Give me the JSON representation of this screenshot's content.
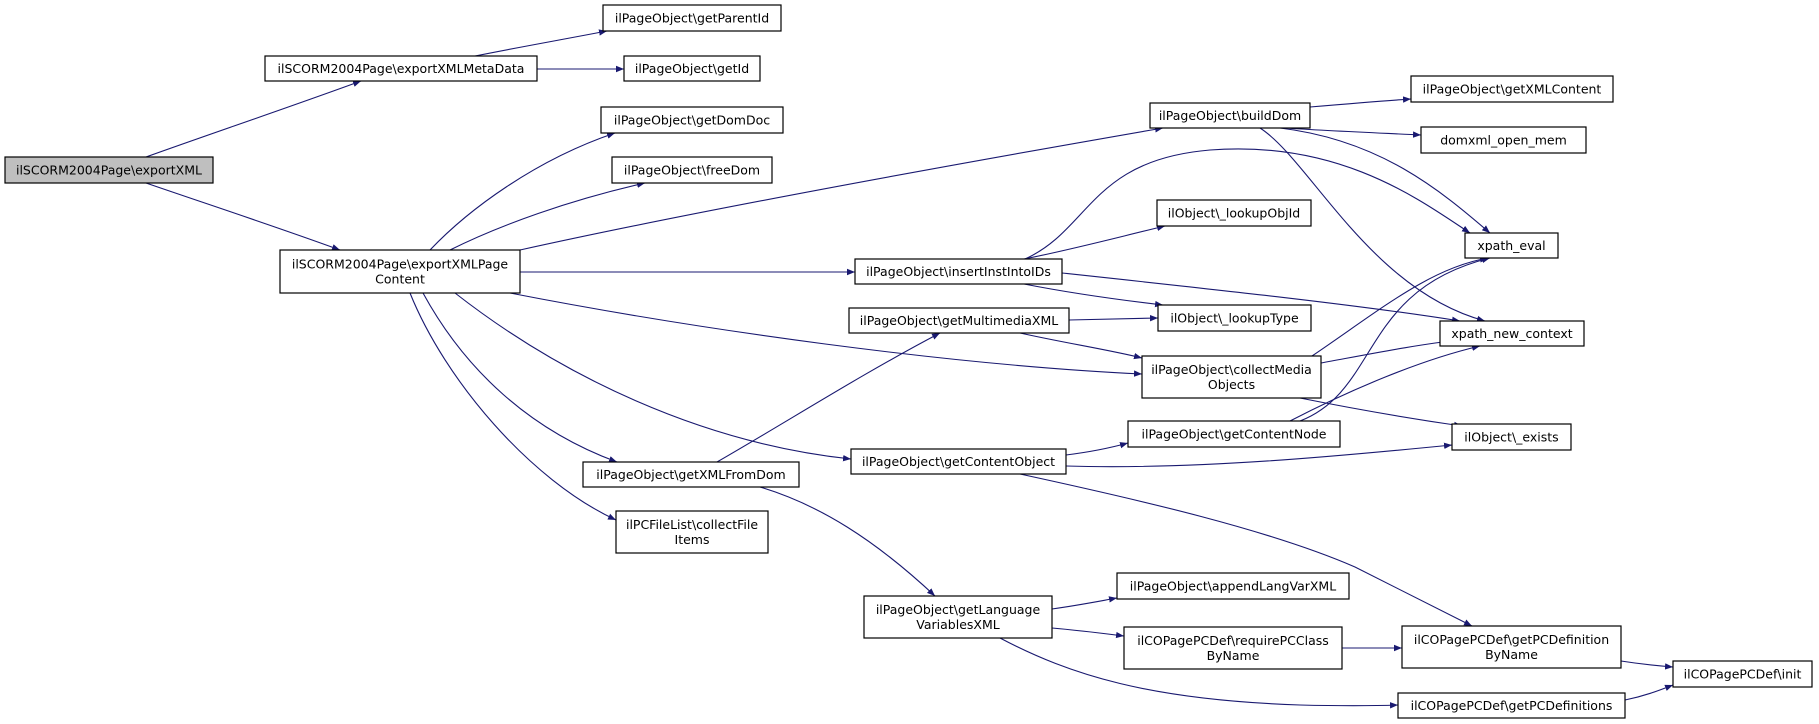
{
  "colors": {
    "edge": "#191970",
    "root_fill": "#bfbfbf",
    "node_fill": "#ffffff",
    "node_stroke": "#000000"
  },
  "nodes": [
    {
      "id": "root",
      "lines": [
        "ilSCORM2004Page\\exportXML"
      ],
      "root": true
    },
    {
      "id": "metadata",
      "lines": [
        "ilSCORM2004Page\\exportXMLMetaData"
      ]
    },
    {
      "id": "pagecontent",
      "lines": [
        "ilSCORM2004Page\\exportXMLPage",
        "Content"
      ]
    },
    {
      "id": "getParentId",
      "lines": [
        "ilPageObject\\getParentId"
      ]
    },
    {
      "id": "getId",
      "lines": [
        "ilPageObject\\getId"
      ]
    },
    {
      "id": "getDomDoc",
      "lines": [
        "ilPageObject\\getDomDoc"
      ]
    },
    {
      "id": "freeDom",
      "lines": [
        "ilPageObject\\freeDom"
      ]
    },
    {
      "id": "buildDom",
      "lines": [
        "ilPageObject\\buildDom"
      ]
    },
    {
      "id": "getXMLContent",
      "lines": [
        "ilPageObject\\getXMLContent"
      ]
    },
    {
      "id": "domxml",
      "lines": [
        "domxml_open_mem"
      ]
    },
    {
      "id": "xpath_eval",
      "lines": [
        "xpath_eval"
      ]
    },
    {
      "id": "xpath_ctx",
      "lines": [
        "xpath_new_context"
      ]
    },
    {
      "id": "lookupObjId",
      "lines": [
        "ilObject\\_lookupObjId"
      ]
    },
    {
      "id": "insertInst",
      "lines": [
        "ilPageObject\\insertInstIntoIDs"
      ]
    },
    {
      "id": "lookupType",
      "lines": [
        "ilObject\\_lookupType"
      ]
    },
    {
      "id": "getMultimedia",
      "lines": [
        "ilPageObject\\getMultimediaXML"
      ]
    },
    {
      "id": "collectMedia",
      "lines": [
        "ilPageObject\\collectMedia",
        "Objects"
      ]
    },
    {
      "id": "getContentNode",
      "lines": [
        "ilPageObject\\getContentNode"
      ]
    },
    {
      "id": "exists",
      "lines": [
        "ilObject\\_exists"
      ]
    },
    {
      "id": "getContentObject",
      "lines": [
        "ilPageObject\\getContentObject"
      ]
    },
    {
      "id": "getXMLFromDom",
      "lines": [
        "ilPageObject\\getXMLFromDom"
      ]
    },
    {
      "id": "collectFile",
      "lines": [
        "ilPCFileList\\collectFile",
        "Items"
      ]
    },
    {
      "id": "getLangVars",
      "lines": [
        "ilPageObject\\getLanguage",
        "VariablesXML"
      ]
    },
    {
      "id": "appendLangVar",
      "lines": [
        "ilPageObject\\appendLangVarXML"
      ]
    },
    {
      "id": "requirePC",
      "lines": [
        "ilCOPagePCDef\\requirePCClass",
        "ByName"
      ]
    },
    {
      "id": "getPCDefByName",
      "lines": [
        "ilCOPagePCDef\\getPCDefinition",
        "ByName"
      ]
    },
    {
      "id": "getPCDefs",
      "lines": [
        "ilCOPagePCDef\\getPCDefinitions"
      ]
    },
    {
      "id": "init",
      "lines": [
        "ilCOPagePCDef\\init"
      ]
    }
  ],
  "edges": [
    {
      "from": "root",
      "to": "metadata"
    },
    {
      "from": "root",
      "to": "pagecontent"
    },
    {
      "from": "metadata",
      "to": "getParentId"
    },
    {
      "from": "metadata",
      "to": "getId"
    },
    {
      "from": "pagecontent",
      "to": "getDomDoc"
    },
    {
      "from": "pagecontent",
      "to": "freeDom"
    },
    {
      "from": "pagecontent",
      "to": "buildDom"
    },
    {
      "from": "pagecontent",
      "to": "insertInst"
    },
    {
      "from": "pagecontent",
      "to": "collectMedia"
    },
    {
      "from": "pagecontent",
      "to": "getContentObject"
    },
    {
      "from": "pagecontent",
      "to": "getXMLFromDom"
    },
    {
      "from": "pagecontent",
      "to": "collectFile"
    },
    {
      "from": "buildDom",
      "to": "getXMLContent"
    },
    {
      "from": "buildDom",
      "to": "domxml"
    },
    {
      "from": "buildDom",
      "to": "xpath_eval"
    },
    {
      "from": "buildDom",
      "to": "xpath_ctx"
    },
    {
      "from": "insertInst",
      "to": "xpath_eval"
    },
    {
      "from": "insertInst",
      "to": "lookupObjId"
    },
    {
      "from": "insertInst",
      "to": "lookupType"
    },
    {
      "from": "insertInst",
      "to": "xpath_ctx"
    },
    {
      "from": "getMultimedia",
      "to": "lookupType"
    },
    {
      "from": "getMultimedia",
      "to": "collectMedia"
    },
    {
      "from": "collectMedia",
      "to": "xpath_eval"
    },
    {
      "from": "collectMedia",
      "to": "xpath_ctx"
    },
    {
      "from": "collectMedia",
      "to": "exists"
    },
    {
      "from": "getContentNode",
      "to": "xpath_eval"
    },
    {
      "from": "getContentNode",
      "to": "xpath_ctx"
    },
    {
      "from": "getContentObject",
      "to": "getContentNode"
    },
    {
      "from": "getContentObject",
      "to": "exists"
    },
    {
      "from": "getContentObject",
      "to": "getPCDefByName"
    },
    {
      "from": "getXMLFromDom",
      "to": "getMultimedia"
    },
    {
      "from": "getXMLFromDom",
      "to": "getLangVars"
    },
    {
      "from": "getLangVars",
      "to": "appendLangVar"
    },
    {
      "from": "getLangVars",
      "to": "requirePC"
    },
    {
      "from": "getLangVars",
      "to": "getPCDefs"
    },
    {
      "from": "requirePC",
      "to": "getPCDefByName"
    },
    {
      "from": "getPCDefByName",
      "to": "init"
    },
    {
      "from": "getPCDefs",
      "to": "init"
    }
  ]
}
